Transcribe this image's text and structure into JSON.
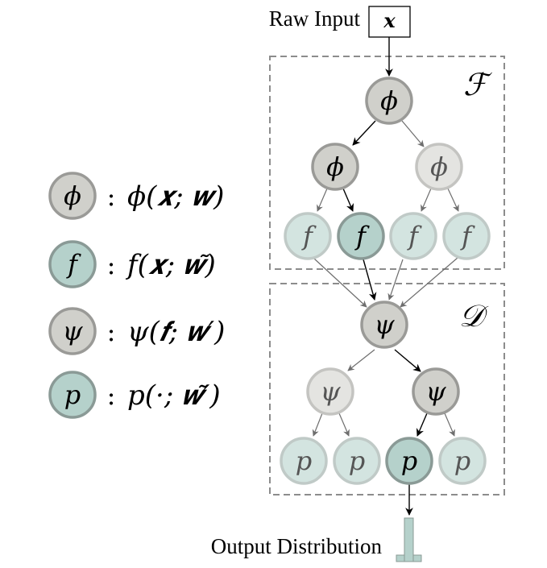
{
  "input": {
    "label": "Raw Input",
    "symbol": "x"
  },
  "output": {
    "label": "Output Distribution"
  },
  "blocks": {
    "feature": {
      "label": "ℱ"
    },
    "decision": {
      "label": "𝒟"
    }
  },
  "legend": [
    {
      "symbol": "ϕ",
      "kind": "gray",
      "colon": ":",
      "expr": "ϕ(𝒙; 𝒘)"
    },
    {
      "symbol": "f",
      "kind": "teal",
      "colon": ":",
      "expr": "f(𝒙; 𝒘̃)"
    },
    {
      "symbol": "ψ",
      "kind": "gray",
      "colon": ":",
      "expr": "ψ(𝒇; 𝒘′)"
    },
    {
      "symbol": "p",
      "kind": "teal",
      "colon": ":",
      "expr": "p(·; 𝒘̃′)"
    }
  ],
  "nodes": {
    "phi_root": {
      "symbol": "ϕ",
      "kind": "gray",
      "active": true
    },
    "phi_left": {
      "symbol": "ϕ",
      "kind": "gray",
      "active": true
    },
    "phi_right": {
      "symbol": "ϕ",
      "kind": "gray",
      "active": false
    },
    "f1": {
      "symbol": "f",
      "kind": "teal",
      "active": false
    },
    "f2": {
      "symbol": "f",
      "kind": "teal",
      "active": true
    },
    "f3": {
      "symbol": "f",
      "kind": "teal",
      "active": false
    },
    "f4": {
      "symbol": "f",
      "kind": "teal",
      "active": false
    },
    "psi_root": {
      "symbol": "ψ",
      "kind": "gray",
      "active": true
    },
    "psi_left": {
      "symbol": "ψ",
      "kind": "gray",
      "active": false
    },
    "psi_right": {
      "symbol": "ψ",
      "kind": "gray",
      "active": true
    },
    "p1": {
      "symbol": "p",
      "kind": "teal",
      "active": false
    },
    "p2": {
      "symbol": "p",
      "kind": "teal",
      "active": false
    },
    "p3": {
      "symbol": "p",
      "kind": "teal",
      "active": true
    },
    "p4": {
      "symbol": "p",
      "kind": "teal",
      "active": false
    }
  },
  "colors": {
    "gray_fill": "#d0d0cb",
    "gray_stroke": "#9a9a97",
    "gray_fill_faded": "#e4e4e1",
    "gray_stroke_faded": "#c4c4c1",
    "teal_fill": "#b5d1cb",
    "teal_stroke": "#8a9a96",
    "teal_fill_faded": "#d3e4e0",
    "teal_stroke_faded": "#c0cac7",
    "arrow_active": "#000000",
    "arrow_inactive": "#6e6e6e",
    "dash": "#8c8c8c"
  }
}
